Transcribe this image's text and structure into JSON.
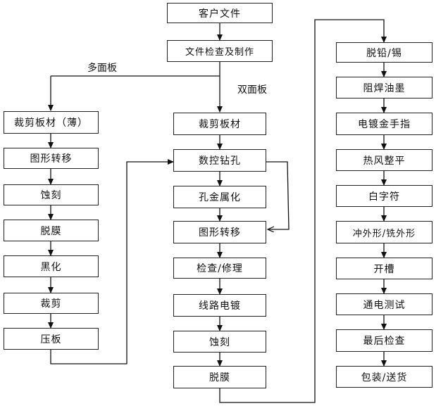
{
  "top": [
    "客户文件",
    "文件检查及制作"
  ],
  "branch_labels": {
    "multi": "多面板",
    "double": "双面板"
  },
  "left_column": [
    "裁剪板材（薄）",
    "图形转移",
    "蚀刻",
    "脱膜",
    "黑化",
    "裁剪",
    "压板"
  ],
  "middle_column": [
    "裁剪板材",
    "数控钻孔",
    "孔金属化",
    "图形转移",
    "检查/修理",
    "线路电镀",
    "蚀刻",
    "脱膜"
  ],
  "right_column": [
    "脱铅/锡",
    "阻焊油墨",
    "电镀金手指",
    "热风整平",
    "白字符",
    "冲外形/铣外形",
    "开槽",
    "通电测试",
    "最后检查",
    "包装/送货"
  ]
}
